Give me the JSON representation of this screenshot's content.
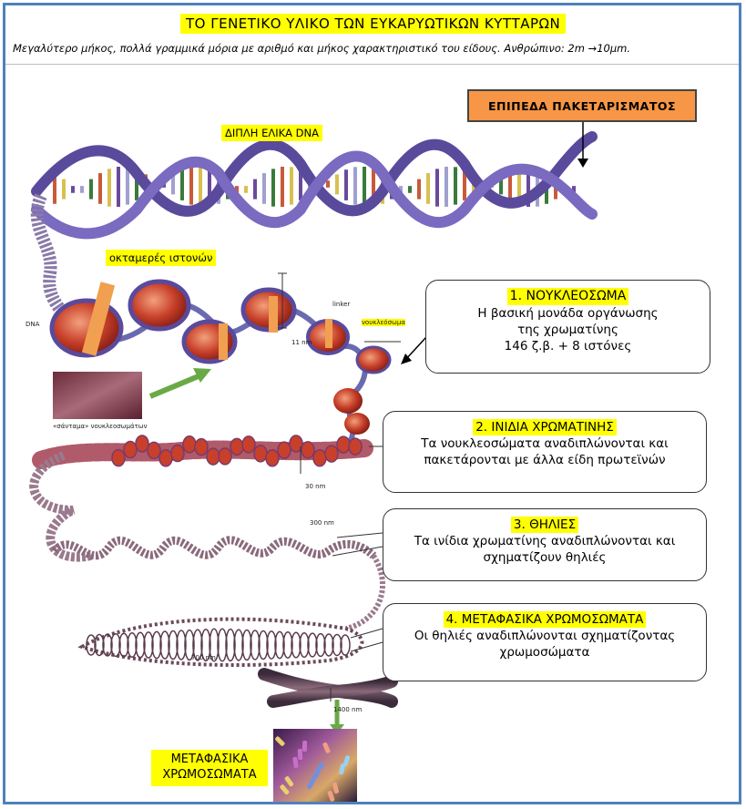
{
  "header": {
    "title": "ΤΟ ΓΕΝΕΤΙΚΟ ΥΛΙΚΟ ΤΩΝ ΕΥΚΑΡΥΩΤΙΚΩΝ ΚΥΤΤΑΡΩΝ",
    "subtitle": "Μεγαλύτερο μήκος, πολλά γραμμικά μόρια με αριθμό και μήκος χαρακτηριστικό του είδους. Ανθρώπινο: 2m →10μm."
  },
  "levels_title": "ΕΠΙΠΕΔΑ ΠΑΚΕΤΑΡΙΣΜΑΤΟΣ",
  "labels": {
    "dna_double_helix": "ΔΙΠΛΗ ΕΛΙΚΑ DNA",
    "histone_octamer": "οκταμερές ιστονών",
    "metaphase_chromosomes": "ΜΕΤΑΦΑΣΙΚΑ ΧΡΩΜΟΣΩΜΑΤΑ",
    "tiny_dna": "DNA",
    "tiny_linker": "linker",
    "tiny_nucleosome": "νουκλεόσωμα",
    "tiny_11nm": "11 nm",
    "tiny_30nm": "30 nm",
    "tiny_300nm": "300 nm",
    "tiny_700nm": "700 nm",
    "tiny_1400nm": "1400 nm",
    "tiny_micro": "«σάνταμα» νουκλεοσωμάτων"
  },
  "levels": [
    {
      "number": "1.",
      "name": "ΝΟΥΚΛΕΟΣΩΜΑ",
      "description": [
        "Η βασική μονάδα οργάνωσης",
        "της χρωματίνης",
        "146 ζ.β. + 8 ιστόνες"
      ]
    },
    {
      "number": "2.",
      "name": "ΙΝΙΔΙΑ ΧΡΩΜΑΤΙΝΗΣ",
      "description": [
        "Τα νουκλεοσώματα αναδιπλώνονται και",
        "πακετάρονται με άλλα είδη πρωτεϊνών"
      ]
    },
    {
      "number": "3.",
      "name": "ΘΗΛΙΕΣ",
      "description": [
        "Τα ινίδια χρωματίνης αναδιπλώνονται και",
        "σχηματίζουν θηλιές"
      ]
    },
    {
      "number": "4.",
      "name": "ΜΕΤΑΦΑΣΙΚΑ ΧΡΩΜΟΣΩΜΑΤΑ",
      "description": [
        "Οι θηλιές αναδιπλώνονται σχηματίζοντας",
        "χρωμοσώματα"
      ]
    }
  ],
  "colors": {
    "highlight": "#ffff00",
    "levels_box": "#f79646",
    "frame": "#4f81bd",
    "dna_backbone": "#5a4a9c",
    "histone": "#c0392b",
    "histone_light": "#e8785a",
    "linker_orange": "#f0a050",
    "fiber": "#9a7a8c",
    "arrow_green": "#6aaa46"
  }
}
